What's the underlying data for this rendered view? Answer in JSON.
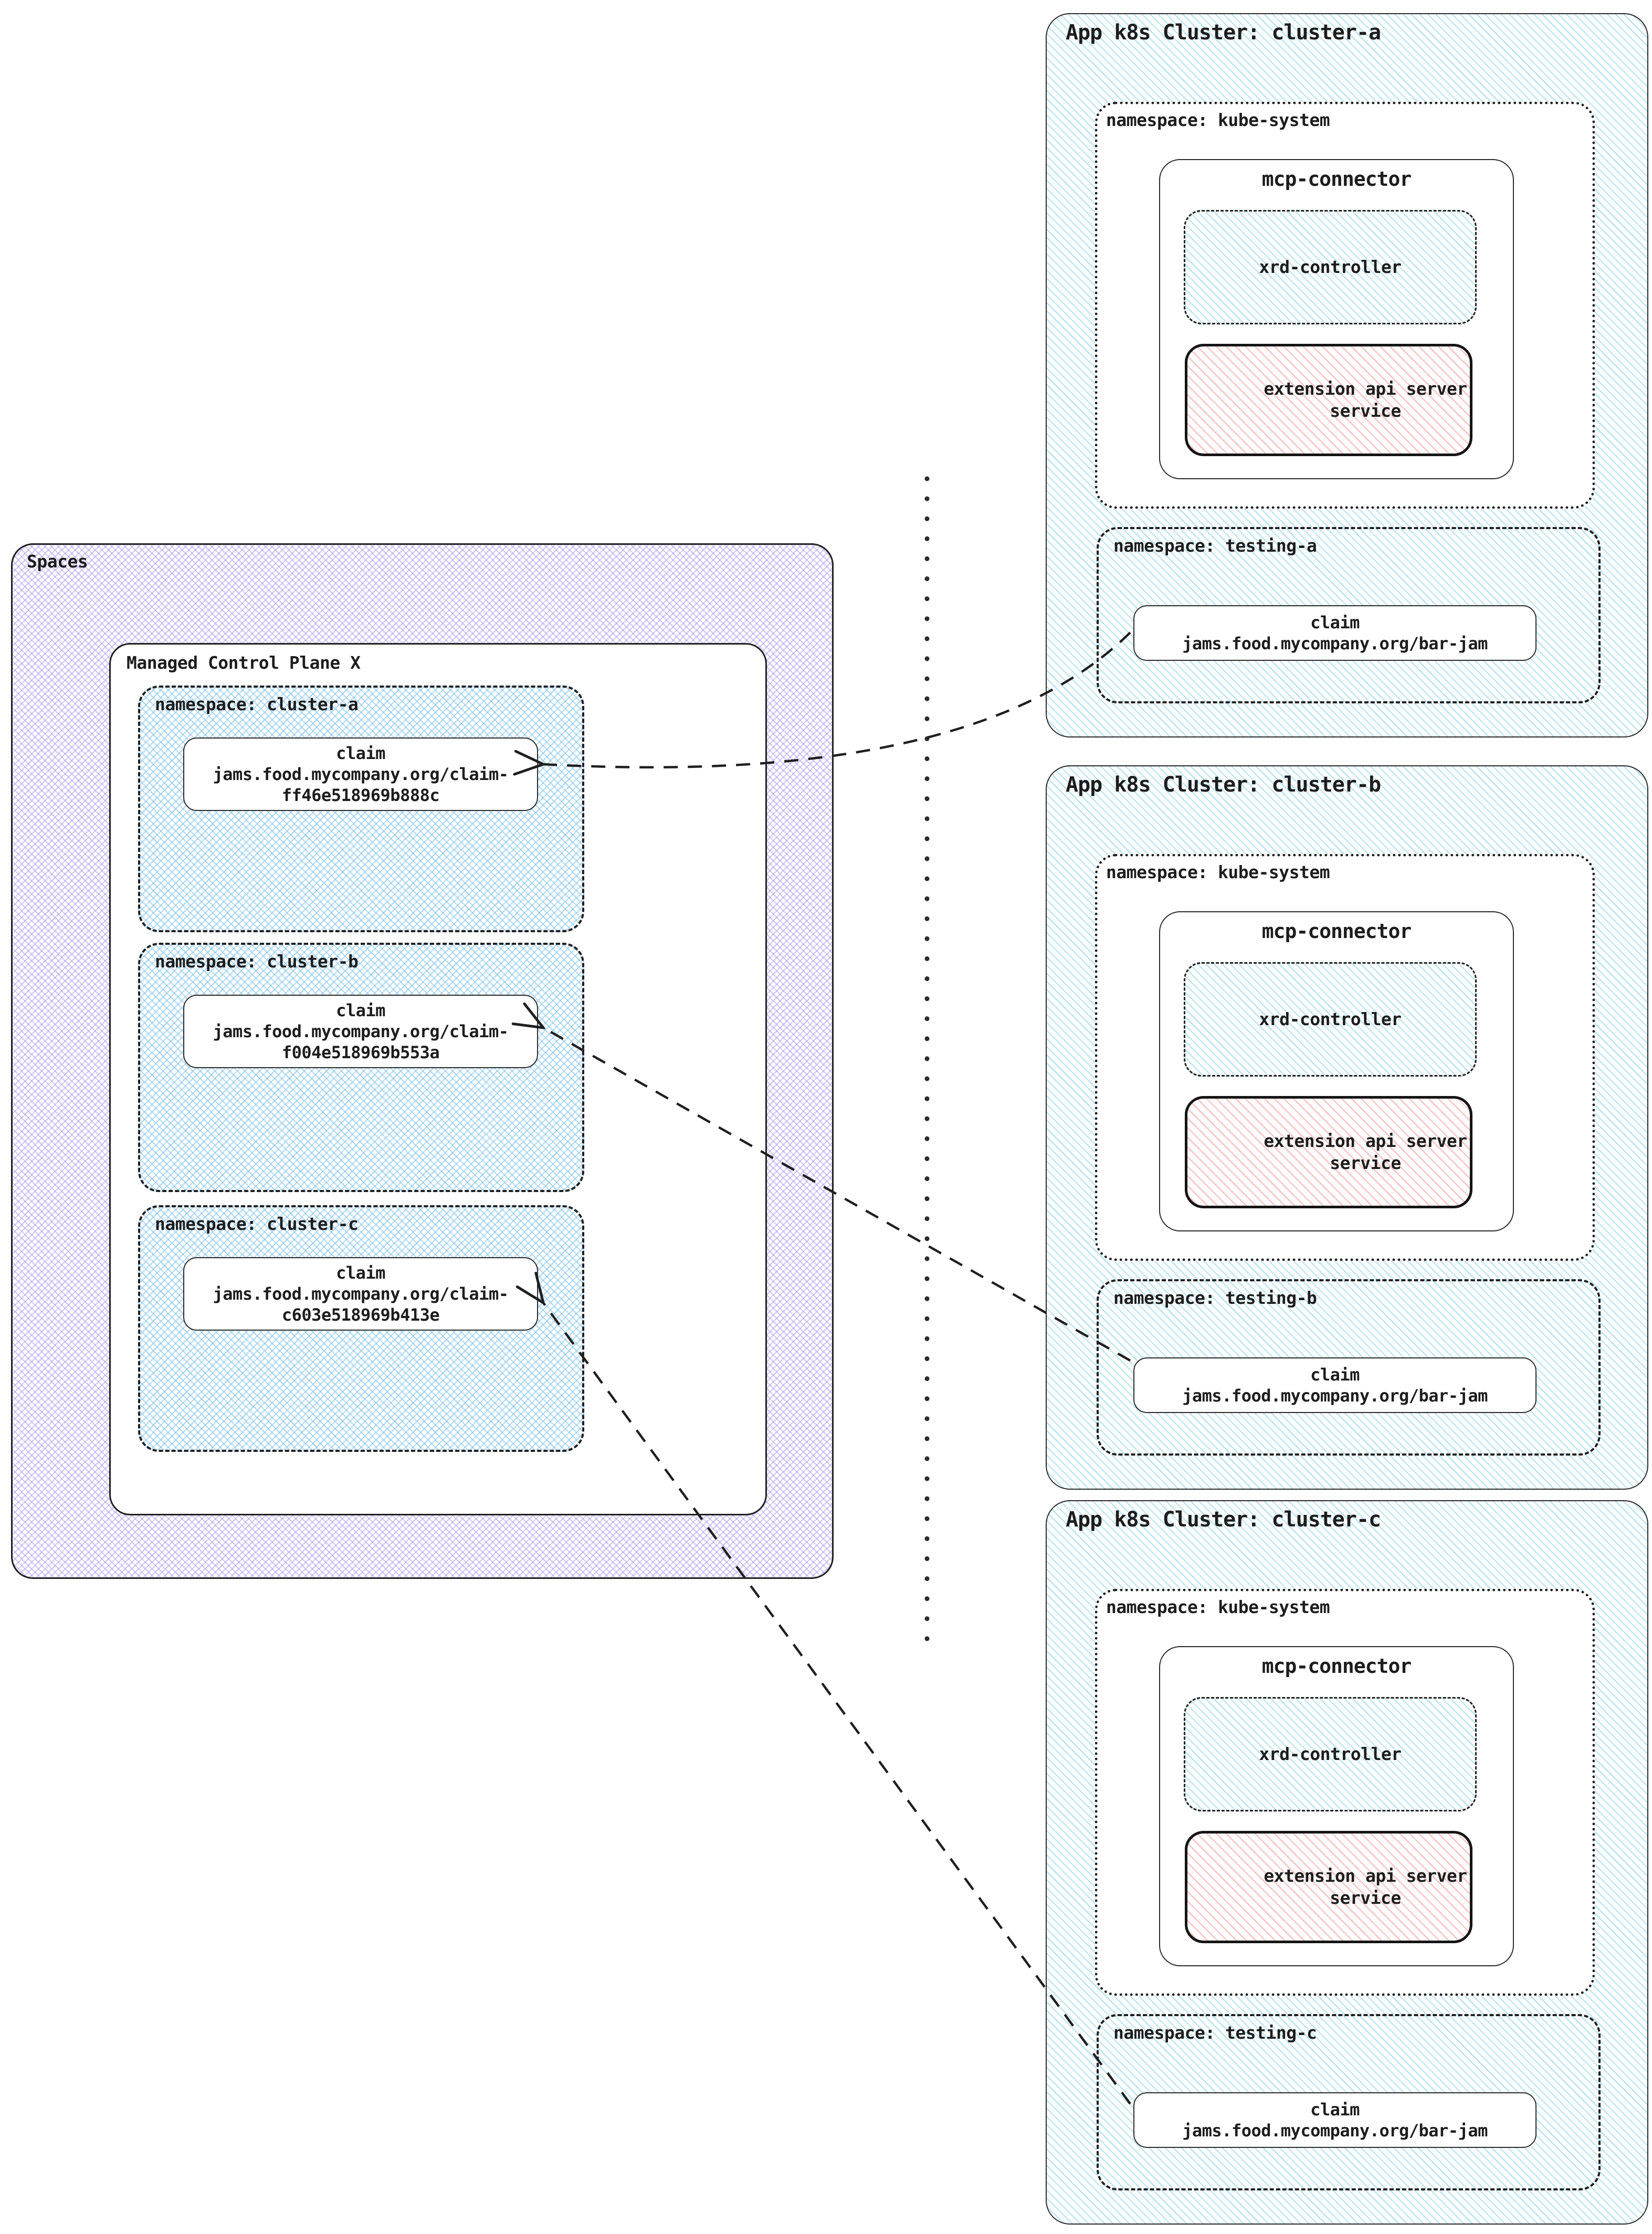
{
  "diagram": {
    "type": "kubernetes-topology",
    "colors": {
      "hatch_blue_line": "#b5e3f3",
      "cross_blue_line": "#82c3ee",
      "cross_purple_line": "#a591f0",
      "hatch_pink_line": "#f6c3c1",
      "border": "#1f1f1f",
      "text": "#1d1d1d",
      "background": "#ffffff"
    }
  },
  "spaces": {
    "label": "Spaces",
    "control_plane": {
      "label": "Managed Control Plane X",
      "namespaces": [
        {
          "label": "namespace: cluster-a",
          "claim": {
            "title": "claim",
            "line1": "jams.food.mycompany.org/claim-",
            "line2": "ff46e518969b888c"
          }
        },
        {
          "label": "namespace: cluster-b",
          "claim": {
            "title": "claim",
            "line1": "jams.food.mycompany.org/claim-",
            "line2": "f004e518969b553a"
          }
        },
        {
          "label": "namespace: cluster-c",
          "claim": {
            "title": "claim",
            "line1": "jams.food.mycompany.org/claim-",
            "line2": "c603e518969b413e"
          }
        }
      ]
    }
  },
  "clusters": [
    {
      "title": "App k8s Cluster: cluster-a",
      "kube_namespace": {
        "label": "namespace: kube-system",
        "mcp_connector": {
          "label": "mcp-connector",
          "xrd_controller_label": "xrd-controller",
          "extension_service_label": "extension api server service"
        }
      },
      "testing_namespace": {
        "label": "namespace: testing-a",
        "claim": {
          "title": "claim",
          "value": "jams.food.mycompany.org/bar-jam"
        }
      }
    },
    {
      "title": "App k8s Cluster: cluster-b",
      "kube_namespace": {
        "label": "namespace: kube-system",
        "mcp_connector": {
          "label": "mcp-connector",
          "xrd_controller_label": "xrd-controller",
          "extension_service_label": "extension api server service"
        }
      },
      "testing_namespace": {
        "label": "namespace: testing-b",
        "claim": {
          "title": "claim",
          "value": "jams.food.mycompany.org/bar-jam"
        }
      }
    },
    {
      "title": "App k8s Cluster: cluster-c",
      "kube_namespace": {
        "label": "namespace: kube-system",
        "mcp_connector": {
          "label": "mcp-connector",
          "xrd_controller_label": "xrd-controller",
          "extension_service_label": "extension api server service"
        }
      },
      "testing_namespace": {
        "label": "namespace: testing-c",
        "claim": {
          "title": "claim",
          "value": "jams.food.mycompany.org/bar-jam"
        }
      }
    }
  ]
}
